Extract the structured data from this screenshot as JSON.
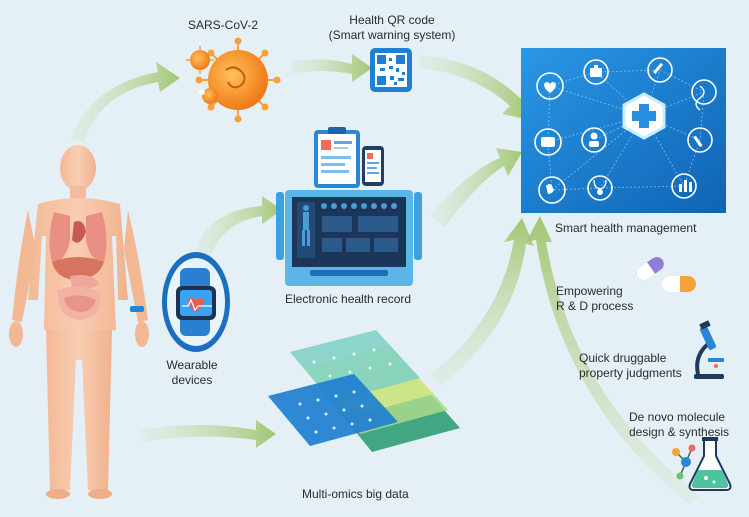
{
  "labels": {
    "sars": "SARS-CoV-2",
    "qr_line1": "Health QR code",
    "qr_line2": "(Smart warning system)",
    "smart": "Smart health management",
    "ehr": "Electronic health record",
    "wearable_line1": "Wearable",
    "wearable_line2": "devices",
    "omics": "Multi-omics big data",
    "rd_line1": "Empowering",
    "rd_line2": "R & D process",
    "drug_line1": "Quick druggable",
    "drug_line2": "property judgments",
    "denovo_line1": "De novo molecule",
    "denovo_line2": "design & synthesis"
  },
  "colors": {
    "background": "#e5eff6",
    "arrow": "#a9c97a",
    "panel": "#1a7fd0",
    "skin": "#f7c9ab",
    "organ": "#e98f84",
    "monitor": "#5bb6e8",
    "screen": "#1d3a5a"
  },
  "icons": [
    "virus-icon",
    "qr-code-icon",
    "medical-network-icon",
    "clipboard-icon",
    "phone-icon",
    "monitor-icon",
    "smartwatch-icon",
    "capsule-icon",
    "microscope-icon",
    "flask-icon",
    "molecule-icon",
    "data-layers-icon",
    "human-body-icon"
  ]
}
